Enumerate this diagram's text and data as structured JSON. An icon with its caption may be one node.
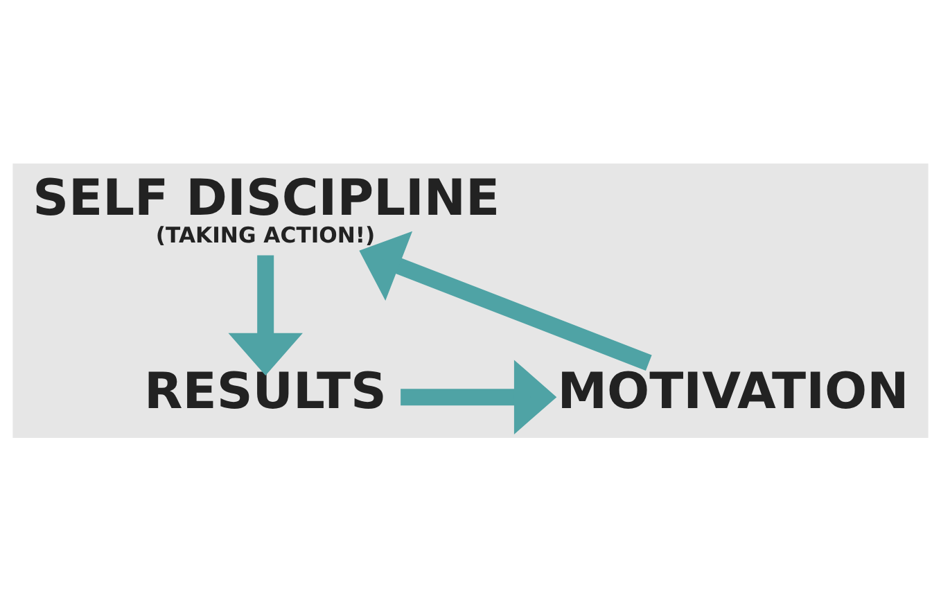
{
  "diagram": {
    "nodes": [
      {
        "text": [
          "SELF DISCIPLINE",
          "(TAKING ACTION!)"
        ]
      },
      {
        "text": [
          "RESULTS"
        ]
      },
      {
        "text": [
          "MOTIVATION"
        ]
      }
    ],
    "edges": [
      {
        "from": 0,
        "to": 1,
        "arrow": "to"
      },
      {
        "from": 1,
        "to": 2,
        "arrow": "to"
      },
      {
        "from": 2,
        "to": 0,
        "arrow": "to"
      }
    ]
  }
}
